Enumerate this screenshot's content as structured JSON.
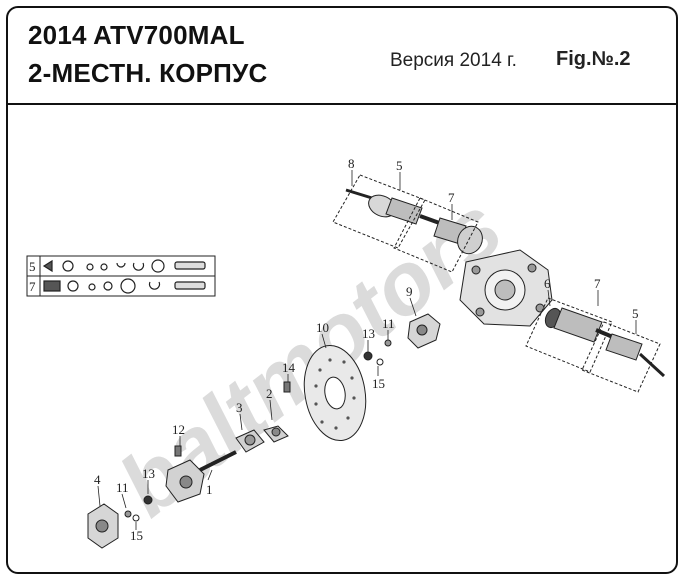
{
  "header": {
    "title_line1": "2014 ATV700MAL",
    "title_line2": "2-МЕСТН. КОРПУС",
    "version": "Версия 2014 г.",
    "figure": "Fig.№.2"
  },
  "watermark": "baltmotors",
  "kits": [
    {
      "number": "5"
    },
    {
      "number": "7"
    }
  ],
  "callouts": [
    "8",
    "5",
    "7",
    "9",
    "11",
    "13",
    "15",
    "10",
    "14",
    "6",
    "7",
    "5",
    "2",
    "3",
    "12",
    "13",
    "11",
    "15",
    "1",
    "4"
  ],
  "colors": {
    "line": "#222222",
    "watermark": "#c8c8c8",
    "part_fill": "#e4e4e4",
    "part_dark": "#8a8a8a"
  }
}
